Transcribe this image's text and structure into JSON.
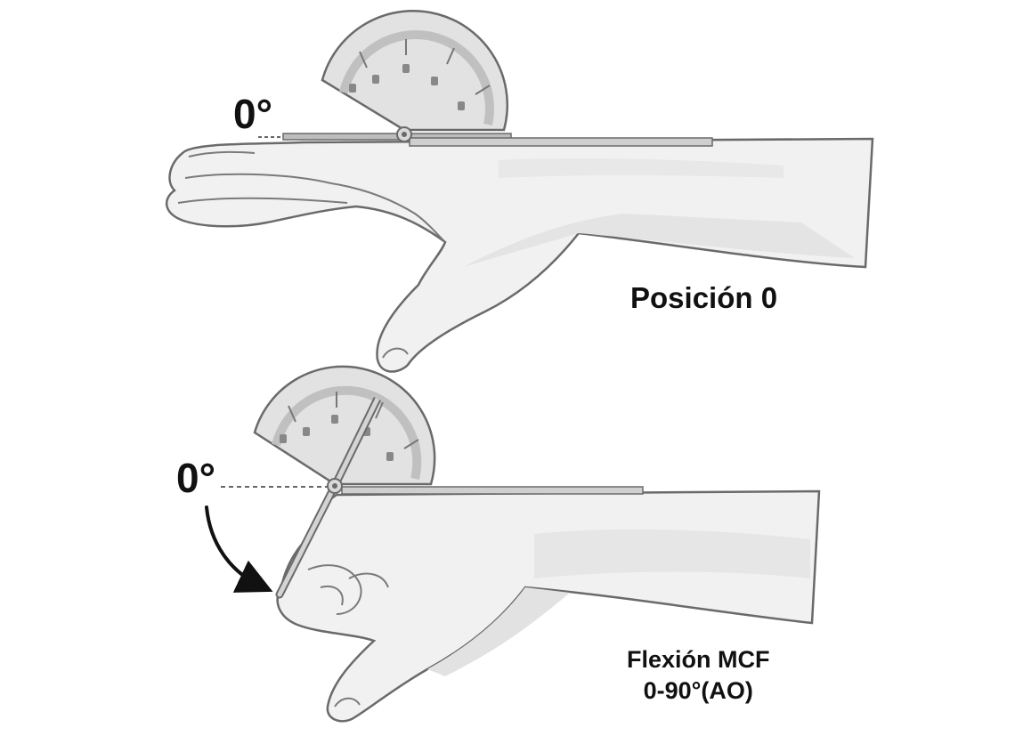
{
  "colors": {
    "outline": "#6a6a6a",
    "skin": "#f1f1f1",
    "shadow": "#dedede",
    "protractor": "#e2e2e2",
    "protractor_arc": "#bdbdbd",
    "arm": "#8a8a8a",
    "text": "#111111"
  },
  "panels": {
    "top": {
      "zero_label": "0°",
      "caption": "Posición 0"
    },
    "bottom": {
      "zero_label": "0°",
      "caption_line1": "Flexión MCF",
      "caption_line2": "0-90°(AO)"
    }
  },
  "icons": [
    "goniometer-icon",
    "rotation-arrow-icon"
  ]
}
